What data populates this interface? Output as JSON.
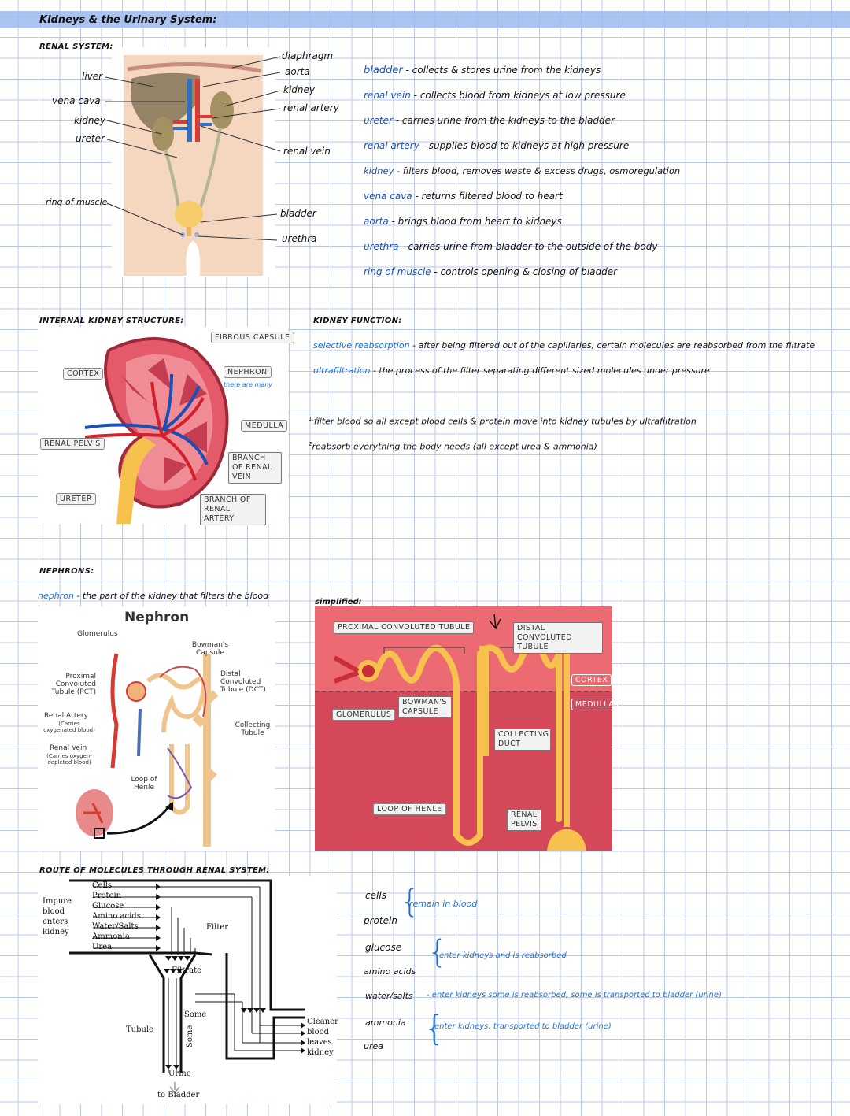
{
  "page_title": "Kidneys & the Urinary System:",
  "renal_system": {
    "heading": "RENAL SYSTEM:",
    "left_labels": [
      "liver",
      "vena cava",
      "kidney",
      "ureter",
      "ring of muscle"
    ],
    "right_labels": [
      "diaphragm",
      "aorta",
      "kidney",
      "renal artery",
      "renal vein",
      "bladder",
      "urethra"
    ],
    "definitions": [
      {
        "term": "bladder",
        "text": " - collects & stores urine from the kidneys"
      },
      {
        "term": "renal vein",
        "text": " - collects blood from kidneys at low pressure"
      },
      {
        "term": "ureter",
        "text": " - carries urine from the kidneys to the bladder"
      },
      {
        "term": "renal artery",
        "text": " - supplies blood to kidneys at high pressure"
      },
      {
        "term": "kidney",
        "text": " - filters blood, removes waste & excess drugs, osmoregulation"
      },
      {
        "term": "vena cava",
        "text": " - returns filtered blood to heart"
      },
      {
        "term": "aorta",
        "text": " - brings blood from heart to kidneys"
      },
      {
        "term": "urethra",
        "text": " - carries urine from bladder to the outside of the body"
      },
      {
        "term": "ring of muscle",
        "text": " - controls opening & closing of bladder"
      }
    ]
  },
  "internal": {
    "heading": "INTERNAL KIDNEY STRUCTURE:",
    "tags": {
      "fibrous": "FIBROUS CAPSULE",
      "cortex": "CORTEX",
      "nephron": "NEPHRON",
      "many": "there are many",
      "medulla": "MEDULLA",
      "pelvis": "RENAL PELVIS",
      "vein": "BRANCH OF RENAL VEIN",
      "artery": "BRANCH OF RENAL ARTERY",
      "ureter": "URETER"
    }
  },
  "function": {
    "heading": "KIDNEY FUNCTION:",
    "defs": [
      {
        "term": "selective reabsorption",
        "text": " - after being filtered out of the capillaries, certain molecules are reabsorbed from the filtrate"
      },
      {
        "term": "ultrafiltration",
        "text": " - the process of the filter separating different sized molecules under pressure"
      }
    ],
    "steps": [
      "filter blood so all except blood cells & protein move into kidney tubules by ultrafiltration",
      "reabsorb everything the body needs (all except urea & ammonia)"
    ]
  },
  "nephrons": {
    "heading": "NEPHRONS:",
    "def_term": "nephron",
    "def_text": " - the part of the kidney that filters the blood",
    "diagram_title": "Nephron",
    "labels": {
      "glom": "Glomerulus",
      "bowman": "Bowman's Capsule",
      "pct": "Proximal Convoluted Tubule (PCT)",
      "dct": "Distal Convoluted Tubule (DCT)",
      "artery": "Renal Artery",
      "artery_sub": "(Carries oxygenated blood)",
      "vein": "Renal Vein",
      "vein_sub": "(Carries oxygen-depleted blood)",
      "collect": "Collecting Tubule",
      "loop": "Loop of Henle"
    }
  },
  "simplified": {
    "heading": "simplified:",
    "tags": {
      "pct": "PROXIMAL CONVOLUTED TUBULE",
      "dct": "DISTAL CONVOLUTED TUBULE",
      "cortex": "CORTEX",
      "medulla": "MEDULLA",
      "bowman": "BOWMAN'S CAPSULE",
      "glom": "GLOMERULUS",
      "collect": "COLLECTING DUCT",
      "loop": "LOOP OF HENLE",
      "pelvis": "RENAL PELVIS"
    }
  },
  "route": {
    "heading": "ROUTE OF MOLECULES THROUGH RENAL SYSTEM:",
    "inputs": [
      "Cells",
      "Protein",
      "Glucose",
      "Amino acids",
      "Water/Salts",
      "Ammonia",
      "Urea"
    ],
    "impure": "Impure blood enters kidney",
    "filter": "Filter",
    "filtrate": "Filtrate",
    "some1": "Some",
    "some2": "Some",
    "tubule": "Tubule",
    "urine": "Urine",
    "to_bladder": "to Bladder",
    "cleaner": "Cleaner blood leaves kidney",
    "notes": [
      {
        "items": [
          "cells",
          "protein"
        ],
        "text": "remain in blood"
      },
      {
        "items": [
          "glucose",
          "amino acids"
        ],
        "text": "enter kidneys and is reabsorbed"
      },
      {
        "items": [
          "water/salts"
        ],
        "text": "- enter kidneys some is reabsorbed, some is transported to bladder (urine)"
      },
      {
        "items": [
          "ammonia",
          "urea"
        ],
        "text": "enter kidneys, transported to bladder (urine)"
      }
    ]
  }
}
